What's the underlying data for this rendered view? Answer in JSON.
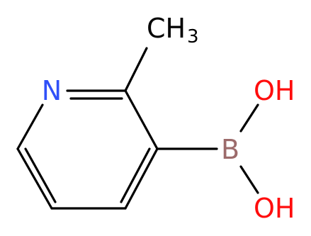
{
  "molecule": {
    "atoms": {
      "nitrogen": {
        "symbol": "N",
        "color": "#3050f8"
      },
      "methyl": {
        "symbol": "CH",
        "subscript": "3",
        "color": "#000000"
      },
      "boron": {
        "symbol": "B",
        "color": "#9c6b6b"
      },
      "hydroxyl_top": {
        "symbol": "OH",
        "color": "#ff0d0d"
      },
      "hydroxyl_bottom": {
        "symbol": "OH",
        "color": "#ff0d0d"
      }
    },
    "bond_color": "#000000"
  }
}
